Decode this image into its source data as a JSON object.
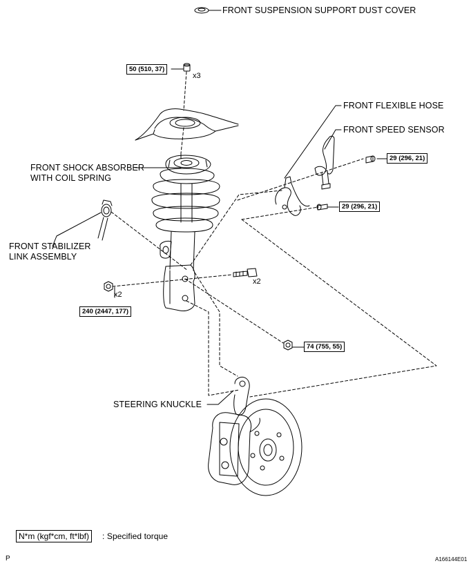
{
  "labels": {
    "dust_cover": "FRONT SUSPENSION SUPPORT DUST COVER",
    "flexible_hose": "FRONT FLEXIBLE HOSE",
    "speed_sensor": "FRONT SPEED SENSOR",
    "shock_absorber_line1": "FRONT SHOCK ABSORBER",
    "shock_absorber_line2": "WITH COIL SPRING",
    "stabilizer_line1": "FRONT STABILIZER",
    "stabilizer_line2": "LINK ASSEMBLY",
    "steering_knuckle": "STEERING KNUCKLE"
  },
  "torques": {
    "top_nut": "50 (510, 37)",
    "speed_sensor_bolt": "29 (296, 21)",
    "hose_bolt": "29 (296, 21)",
    "knuckle_nut": "240 (2447, 177)",
    "stabilizer_nut": "74 (755, 55)"
  },
  "multipliers": {
    "top_nut": "x3",
    "knuckle_bolt": "x2",
    "knuckle_nut": "x2"
  },
  "legend": {
    "unit": "N*m (kgf*cm, ft*lbf)",
    "description": ": Specified torque"
  },
  "footer": {
    "left_mark": "P",
    "figure_id": "A166144E01"
  }
}
